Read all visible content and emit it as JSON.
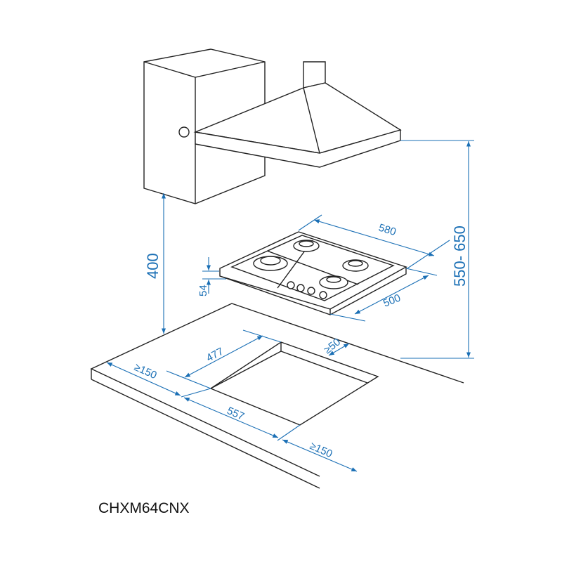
{
  "model": "CHXM64CNX",
  "colors": {
    "dimension": "#1a6fb5",
    "outline": "#222222"
  },
  "dimensions": {
    "hood_height": "550- 650",
    "cabinet_clearance": "400",
    "hob_width": "580",
    "hob_depth": "500",
    "hob_height": "54",
    "cutout_depth": "477",
    "cutout_width": "557",
    "back_clearance": "≥50",
    "left_clearance": "≥150",
    "right_clearance": "≥150"
  }
}
